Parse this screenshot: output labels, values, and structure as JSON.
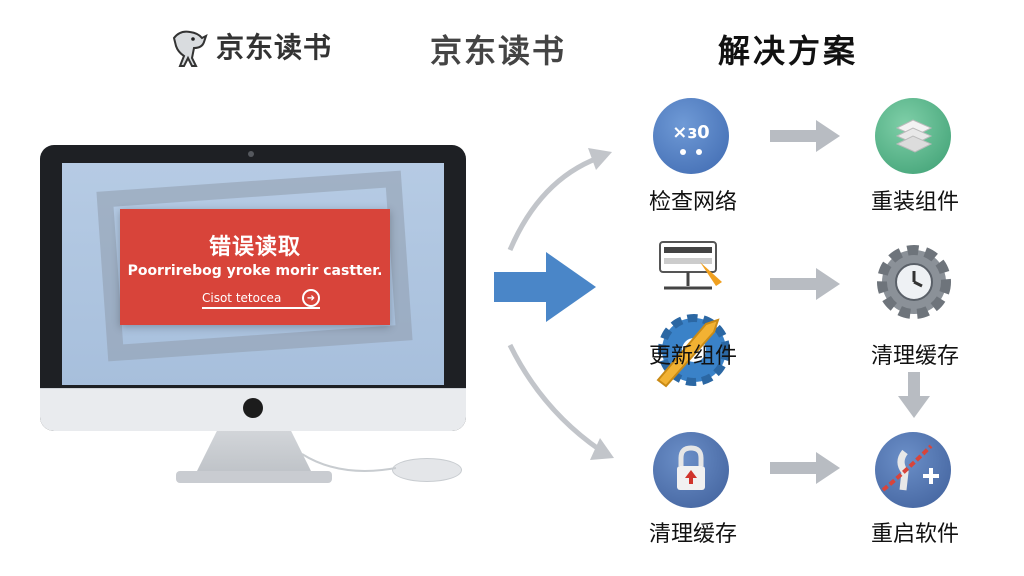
{
  "header": {
    "brand": "京东读书",
    "center_title": "京东读书",
    "solutions_title": "解决方案"
  },
  "error_dialog": {
    "title": "错误读取",
    "message": "Poorrirebog yroke morir castter.",
    "link_text": "Cisot tetocea"
  },
  "solutions": {
    "check_network": "检查网络",
    "update_component": "更新组件",
    "clear_cache_1": "清理缓存",
    "reinstall_component": "重装组件",
    "clear_cache_2": "清理缓存",
    "restart_software": "重启软件"
  },
  "colors": {
    "arrow_blue": "#4a86c8",
    "arrow_gray": "#b8bcc2",
    "error_red": "#d8443a",
    "monitor_bezel": "#1e2024"
  }
}
